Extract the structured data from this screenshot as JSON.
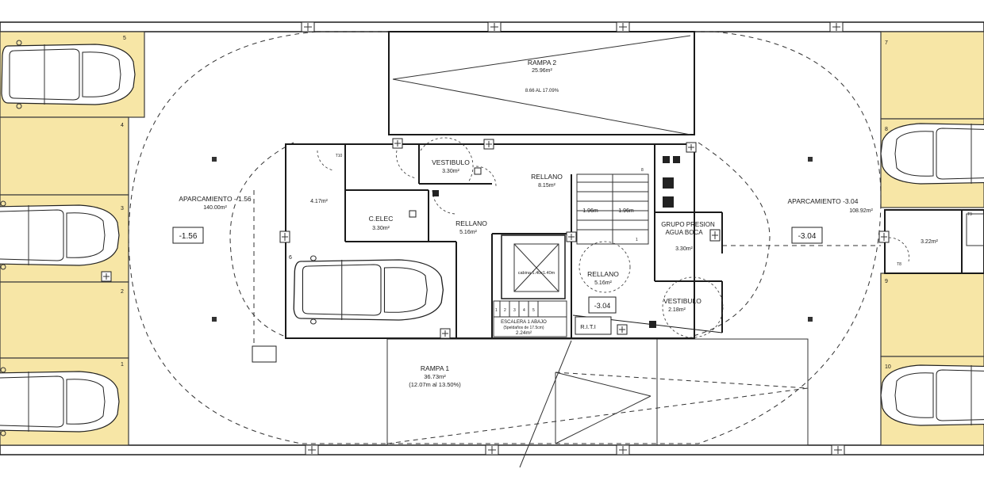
{
  "parking_levels": [
    {
      "name": "APARCAMIENTO - 1.56",
      "area": "140.00m²",
      "level": "-1.56"
    },
    {
      "name": "APARCAMIENTO -3.04",
      "area": "108.92m²",
      "level": "-3.04"
    }
  ],
  "rooms": {
    "rampa2": {
      "name": "RAMPA 2",
      "area": "25.96m²",
      "slope": "8.66 AL 17.09%"
    },
    "rampa1": {
      "name": "RAMPA 1",
      "area": "36.73m²",
      "slope": "(12.07m al 13.50%)"
    },
    "vestibulo_top": {
      "name": "VESTIBULO",
      "area": "3.30m²"
    },
    "rellano_top": {
      "name": "RELLANO",
      "area": "8.15m²"
    },
    "rellano_left": {
      "name": "RELLANO",
      "area": "5.16m²"
    },
    "rellano_mid": {
      "name": "RELLANO",
      "area": "5.16m²"
    },
    "celec": {
      "name": "C.ELEC",
      "area": "3.30m²"
    },
    "room_417": {
      "area": "4.17m²"
    },
    "grupo": {
      "name_line1": "GRUPO PRESION",
      "name_line2": "AGUA BOCA",
      "area": "3.30m²"
    },
    "vestibulo_bottom": {
      "name": "VESTIBULO",
      "area": "2.18m²"
    },
    "escalera": {
      "name": "ESCALERA 1 ABAJO",
      "note": "(5peldaños de 17.5cm)",
      "area": "2.24m²"
    },
    "cabina": {
      "name": "cabina 1.40x1.40m"
    },
    "rit": {
      "name": "R.I.T.I"
    },
    "room_322": {
      "area": "3.22m²"
    }
  },
  "dims": {
    "stair_left": "1.96m",
    "stair_right": "1.96m"
  },
  "small_tags": {
    "t10": "T10",
    "t9": "T9",
    "t8": "T8"
  },
  "level_marker_center": "-3.04",
  "spaces": [
    {
      "number": "5"
    },
    {
      "number": "4"
    },
    {
      "number": "3"
    },
    {
      "number": "2"
    },
    {
      "number": "1"
    },
    {
      "number": "6"
    },
    {
      "number": "7"
    },
    {
      "number": "8"
    },
    {
      "number": "9"
    },
    {
      "number": "10"
    }
  ],
  "stair_steps_top": [
    "8",
    "",
    "",
    "",
    "",
    "",
    "",
    "",
    "1"
  ],
  "stair_steps_bottom": [
    "1",
    "2",
    "3",
    "4",
    "5"
  ],
  "colors": {
    "bay_fill": "#f7e6a6",
    "line": "#1a1a1a"
  }
}
